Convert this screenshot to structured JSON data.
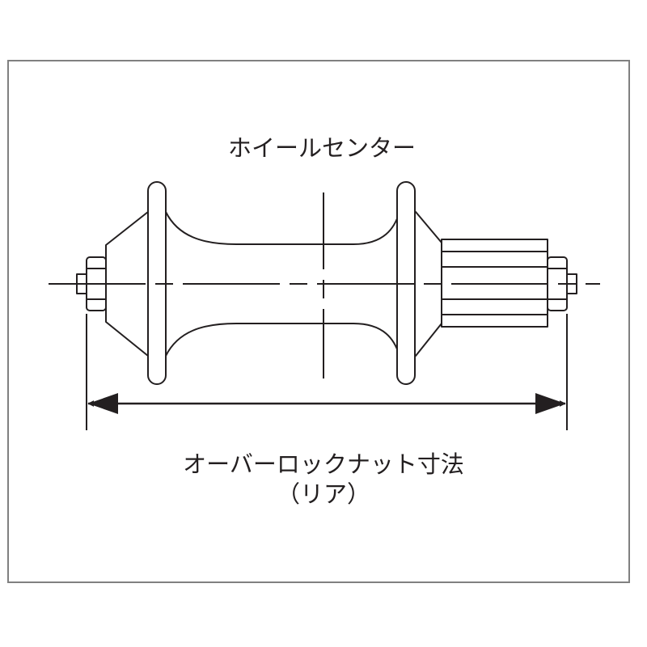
{
  "labels": {
    "wheel_center": "ホイールセンター",
    "dimension_line1": "オーバーロックナット寸法",
    "dimension_line2": "（リア）"
  },
  "colors": {
    "line": "#231f20",
    "frame": "#808080",
    "background": "#ffffff"
  }
}
